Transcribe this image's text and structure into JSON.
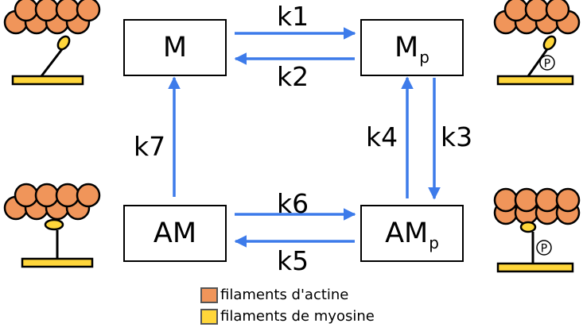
{
  "colors": {
    "actin": "#f0955a",
    "myosin": "#ffd63a",
    "arrow": "#3d7bea",
    "outline": "#000000"
  },
  "states": {
    "m": {
      "main": "M",
      "sub": ""
    },
    "mp": {
      "main": "M",
      "sub": "p"
    },
    "am": {
      "main": "AM",
      "sub": ""
    },
    "amp": {
      "main": "AM",
      "sub": "p"
    }
  },
  "rates": {
    "k1": "k1",
    "k2": "k2",
    "k3": "k3",
    "k4": "k4",
    "k5": "k5",
    "k6": "k6",
    "k7": "k7"
  },
  "phosphate_symbol": "P",
  "legend": {
    "actin_label": "filaments d'actine",
    "myosin_label": "filaments de myosine"
  }
}
